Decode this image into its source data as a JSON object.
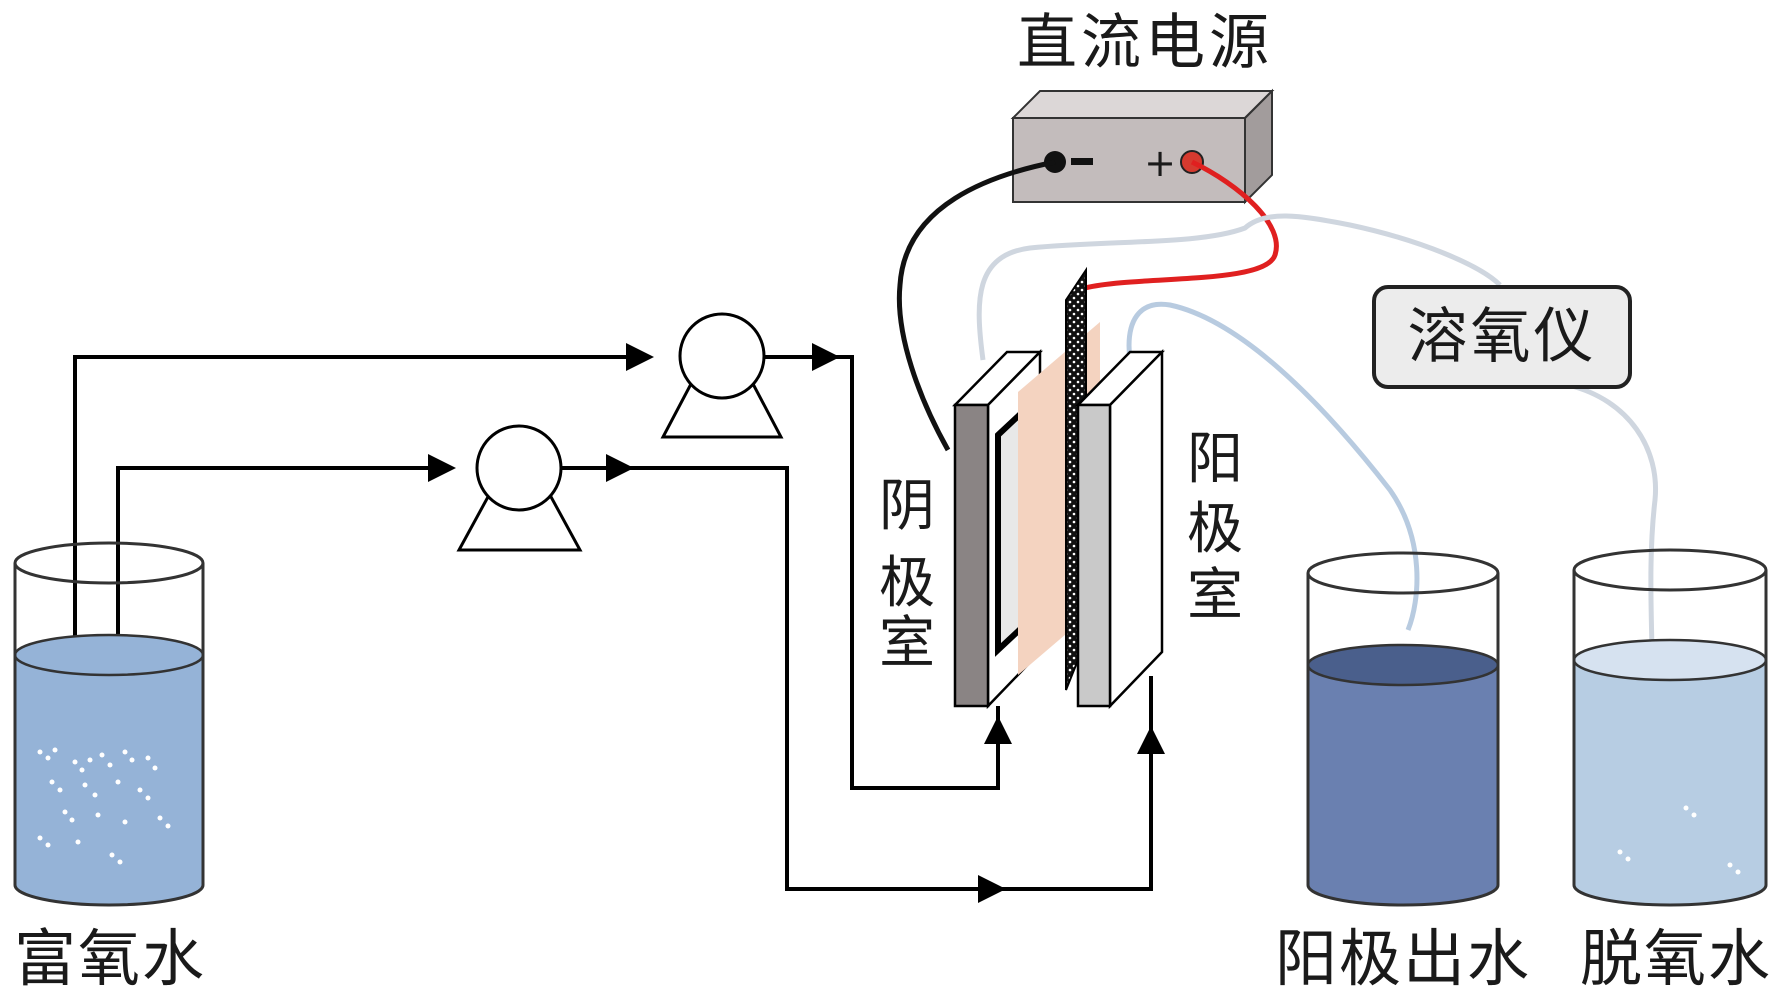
{
  "labels": {
    "power_supply": "直流电源",
    "do_meter": "溶氧仪",
    "cathode_chamber": [
      "阴",
      "极",
      "室"
    ],
    "anode_chamber": [
      "阳",
      "极",
      "室"
    ],
    "oxygen_rich_water": "富氧水",
    "anode_effluent": "阳极出水",
    "deoxygenated_water": "脱氧水",
    "negative_sign": "−",
    "positive_sign": "+"
  },
  "colors": {
    "pipe": "#000000",
    "positive_wire": "#e02020",
    "negative_wire": "#111111",
    "probe_cable": "#cfd6df",
    "probe_cable_blue": "#b8cbe0",
    "oxygen_rich_water": "#95b3d7",
    "anode_effluent_water": "#6a80b0",
    "anode_effluent_surface": "#4a5f8c",
    "deoxygenated_water": "#b7cde3",
    "deoxygenated_surface": "#d6e2f0",
    "membrane": "#f4d3c0",
    "cathode_plate": "#8a8484",
    "anode_plate": "#c9c9c9",
    "power_box_front": "#c3bcbc",
    "power_box_top": "#dcd7d7",
    "power_box_side": "#a29c9c",
    "positive_terminal": "#d63a2f"
  }
}
